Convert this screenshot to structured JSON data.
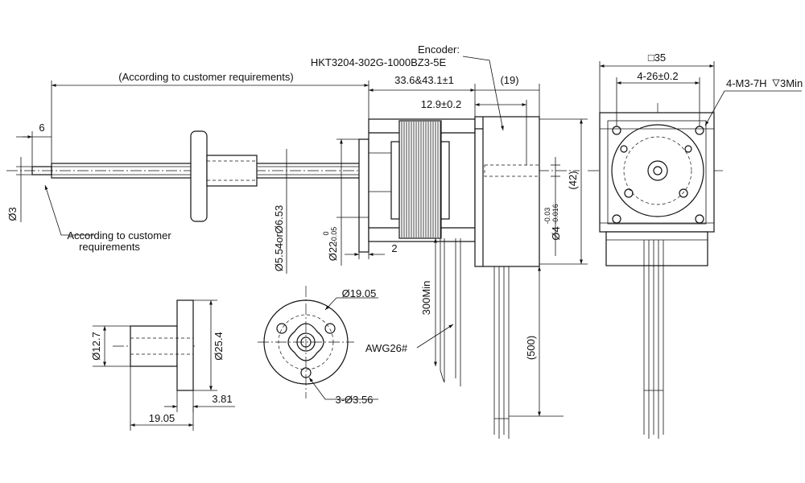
{
  "labels": {
    "encoder_title": "Encoder:",
    "encoder_model": "HKT3204-302G-1000BZ3-5E",
    "customer_req_top": "(According to customer requirements)",
    "dim_length": "33.6&43.1±1",
    "dim_19": "(19)",
    "dim_12_9": "12.9±0.2",
    "dim_6": "6",
    "dim_d3": "Ø3",
    "customer_req_left_1": "According to customer",
    "customer_req_left_2": "requirements",
    "dim_d554": "Ø5.54orØ6.53",
    "dim_d22": "Ø22",
    "dim_d22_tol_top": "0",
    "dim_d22_tol_bot": "-0.05",
    "dim_2": "2",
    "dim_300min": "300Min",
    "dim_awg26": "AWG26#",
    "dim_d4": "Ø4",
    "dim_d4_tol_top": "-0.03",
    "dim_d4_tol_bot": "-0.016",
    "dim_42": "(42)",
    "dim_500": "(500)",
    "dim_sq35": "□35",
    "dim_4_26": "4-26±0.2",
    "dim_4m3": "4-M3-7H",
    "dim_4m3_depth": "3Min",
    "dim_d127": "Ø12.7",
    "dim_d254": "Ø25.4",
    "dim_381": "3.81",
    "dim_1905": "19.05",
    "dim_d1905": "Ø19.05",
    "dim_3d356": "3-Ø3.56"
  }
}
